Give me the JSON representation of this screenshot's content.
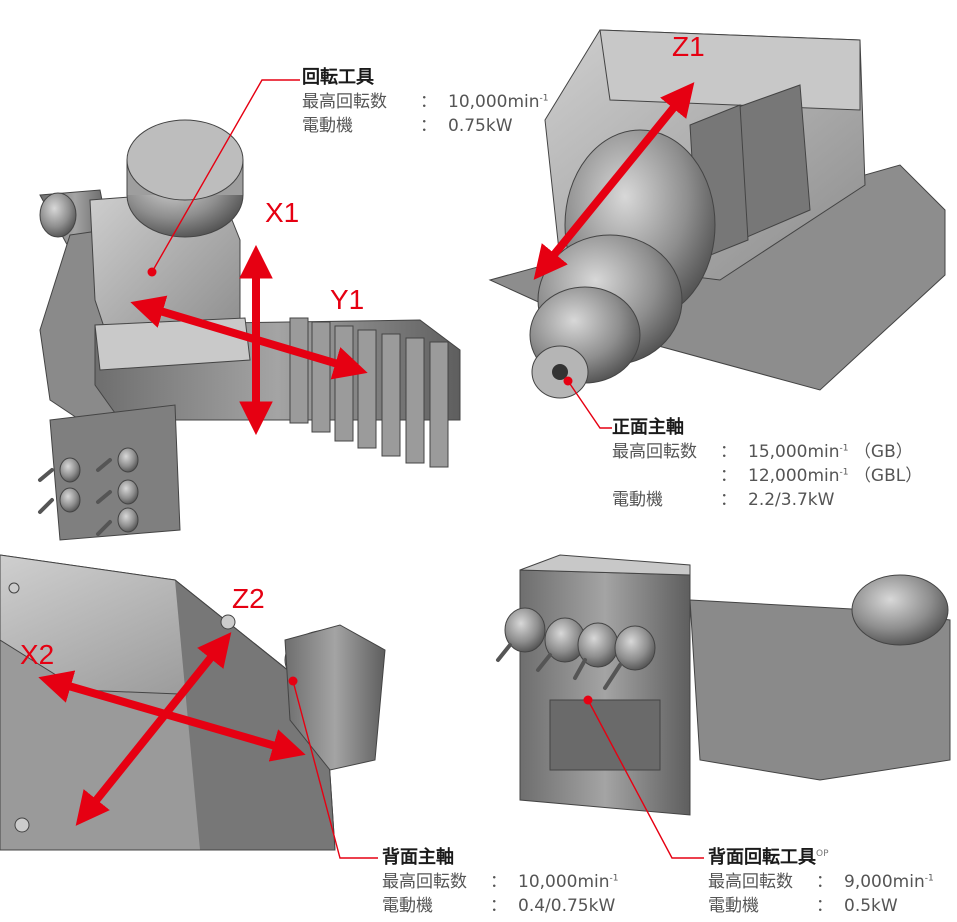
{
  "colors": {
    "accent": "#e60012",
    "leader": "#e60012",
    "machine": "#9a9a9a"
  },
  "axes": {
    "x1": "X1",
    "y1": "Y1",
    "z1": "Z1",
    "x2": "X2",
    "z2": "Z2"
  },
  "rotary_tool": {
    "title": "回転工具",
    "max_speed_label": "最高回転数",
    "max_speed_value": "10,000min",
    "motor_label": "電動機",
    "motor_value": "0.75kW"
  },
  "main_spindle": {
    "title": "正面主軸",
    "max_speed_label": "最高回転数",
    "max_speed_value_1": "15,000min",
    "max_speed_variant_1": "（GB）",
    "max_speed_value_2": "12,000min",
    "max_speed_variant_2": "（GBL）",
    "motor_label": "電動機",
    "motor_value": "2.2/3.7kW"
  },
  "back_spindle": {
    "title": "背面主軸",
    "max_speed_label": "最高回転数",
    "max_speed_value": "10,000min",
    "motor_label": "電動機",
    "motor_value": "0.4/0.75kW"
  },
  "back_rotary_tool": {
    "title": "背面回転工具",
    "option_mark": "OP",
    "max_speed_label": "最高回転数",
    "max_speed_value": "9,000min",
    "motor_label": "電動機",
    "motor_value": "0.5kW"
  },
  "separator": "：",
  "superscript": "-1"
}
